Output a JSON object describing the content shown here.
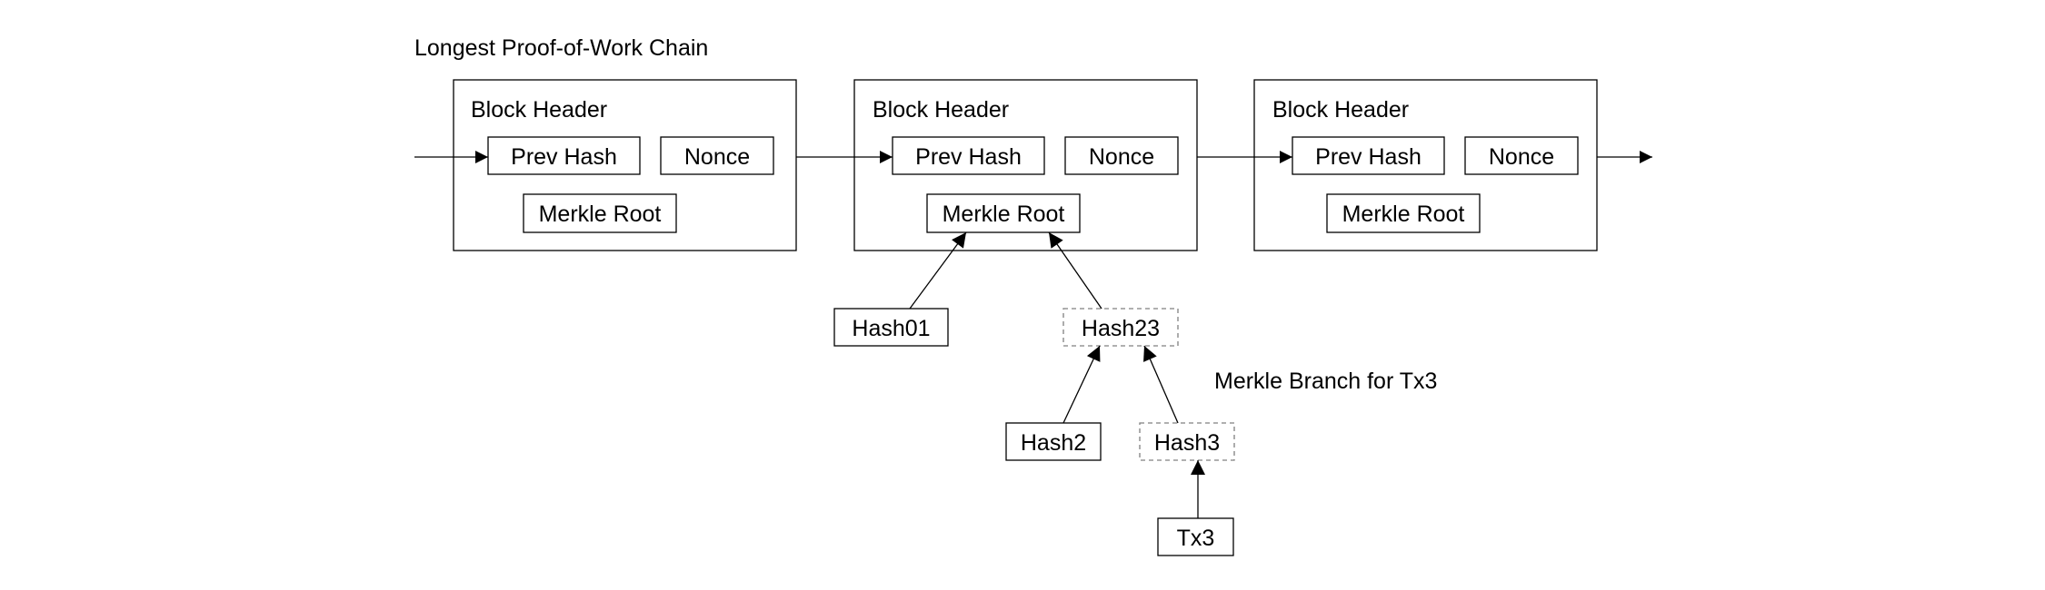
{
  "title": "Longest Proof-of-Work Chain",
  "branch_label": "Merkle Branch for Tx3",
  "blocks": [
    {
      "header": "Block Header",
      "prev_hash": "Prev Hash",
      "nonce": "Nonce",
      "merkle_root": "Merkle Root"
    },
    {
      "header": "Block Header",
      "prev_hash": "Prev Hash",
      "nonce": "Nonce",
      "merkle_root": "Merkle Root"
    },
    {
      "header": "Block Header",
      "prev_hash": "Prev Hash",
      "nonce": "Nonce",
      "merkle_root": "Merkle Root"
    }
  ],
  "merkle_branch": {
    "hash01": "Hash01",
    "hash23": "Hash23",
    "hash2": "Hash2",
    "hash3": "Hash3",
    "tx3": "Tx3"
  },
  "colors": {
    "stroke": "#000000",
    "dashed_stroke": "#808080",
    "background": "#ffffff"
  }
}
